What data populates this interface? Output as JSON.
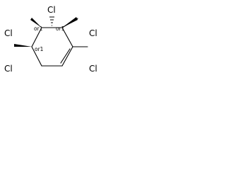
{
  "molecule": {
    "atoms": {
      "cl_top": "Cl",
      "cl_upper_left": "Cl",
      "cl_upper_right": "Cl",
      "cl_lower_left": "Cl",
      "cl_lower_right": "Cl"
    },
    "stereo_labels": {
      "c_top_left": "or1",
      "c_top_right": "or1",
      "c_mid_left": "or1"
    }
  }
}
